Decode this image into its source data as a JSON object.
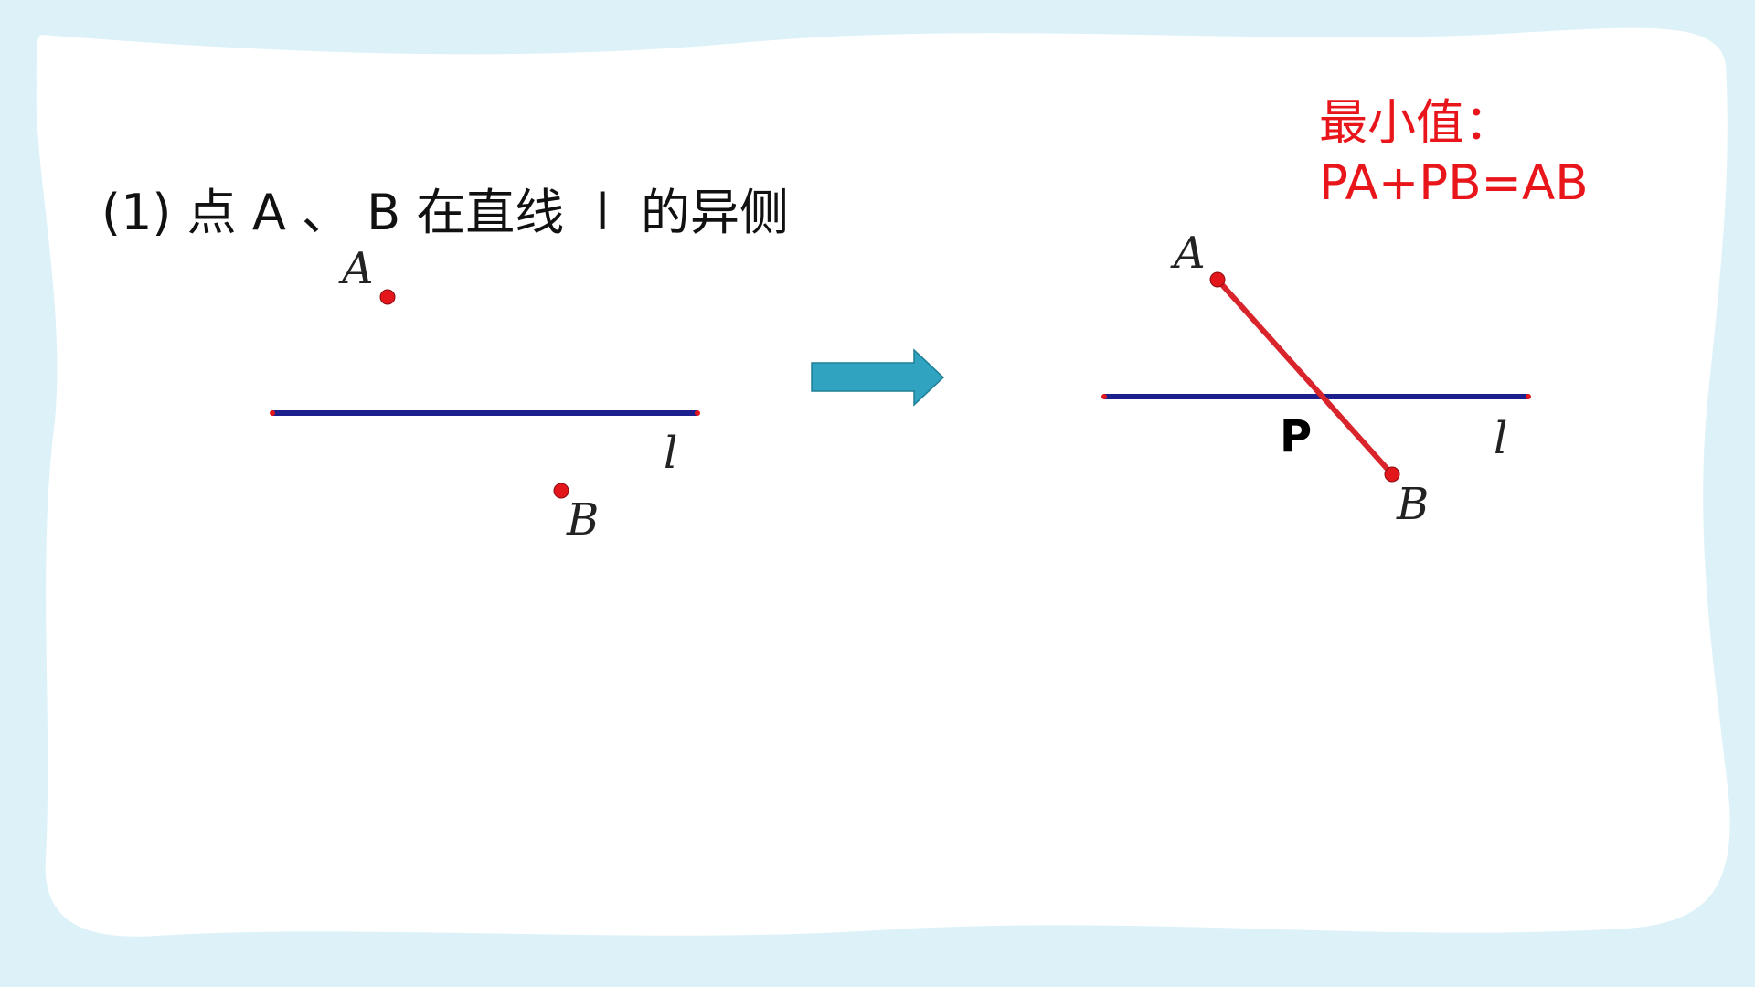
{
  "colors": {
    "background": "#dcf2f8",
    "card": "#ffffff",
    "line": "#1c1f8c",
    "point": "#e3161c",
    "segment": "#d9242b",
    "arrow": "#2fa3c0",
    "result_text": "#e8151b"
  },
  "heading": "(1) 点 A 、 B 在直线  l  的异侧",
  "result": {
    "line1": "最小值：",
    "line2": "PA+PB=AB"
  },
  "left_figure": {
    "label_a": "A",
    "label_b": "B",
    "label_l": "l"
  },
  "arrow_icon": "right-arrow-icon",
  "right_figure": {
    "label_a": "A",
    "label_b": "B",
    "label_l": "l",
    "label_p": "P"
  }
}
